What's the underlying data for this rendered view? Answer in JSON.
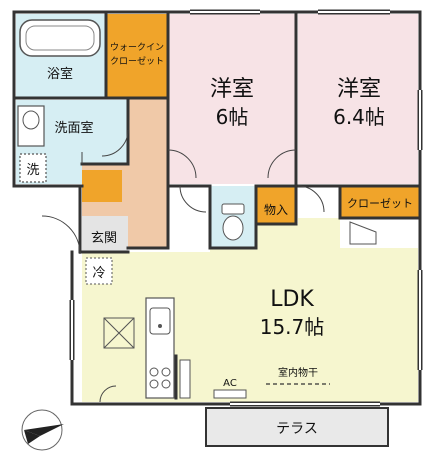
{
  "rooms": {
    "bath": "浴室",
    "walkin_line1": "ウォークイン",
    "walkin_line2": "クローゼット",
    "west1_name": "洋室",
    "west1_size": "6帖",
    "west2_name": "洋室",
    "west2_size": "6.4帖",
    "washroom": "洗面室",
    "washer": "洗",
    "closet": "クローゼット",
    "storage": "物入",
    "entrance": "玄関",
    "fridge": "冷",
    "ldk_name": "LDK",
    "ldk_size": "15.7帖",
    "ac": "AC",
    "drying": "室内物干",
    "terrace": "テラス"
  },
  "colors": {
    "western_room": "#f7e3e6",
    "wet_area": "#d6eef3",
    "ldk": "#f6f6cf",
    "hall": "#f0c9a8",
    "closet": "#f0a42a",
    "wall": "#333333",
    "terrace": "#e9e9e9"
  },
  "icons": [
    "compass-north-arrow-icon",
    "bathtub-icon",
    "sink-icon",
    "toilet-icon",
    "kitchen-sink-icon",
    "stove-icon",
    "ventilation-icon"
  ]
}
